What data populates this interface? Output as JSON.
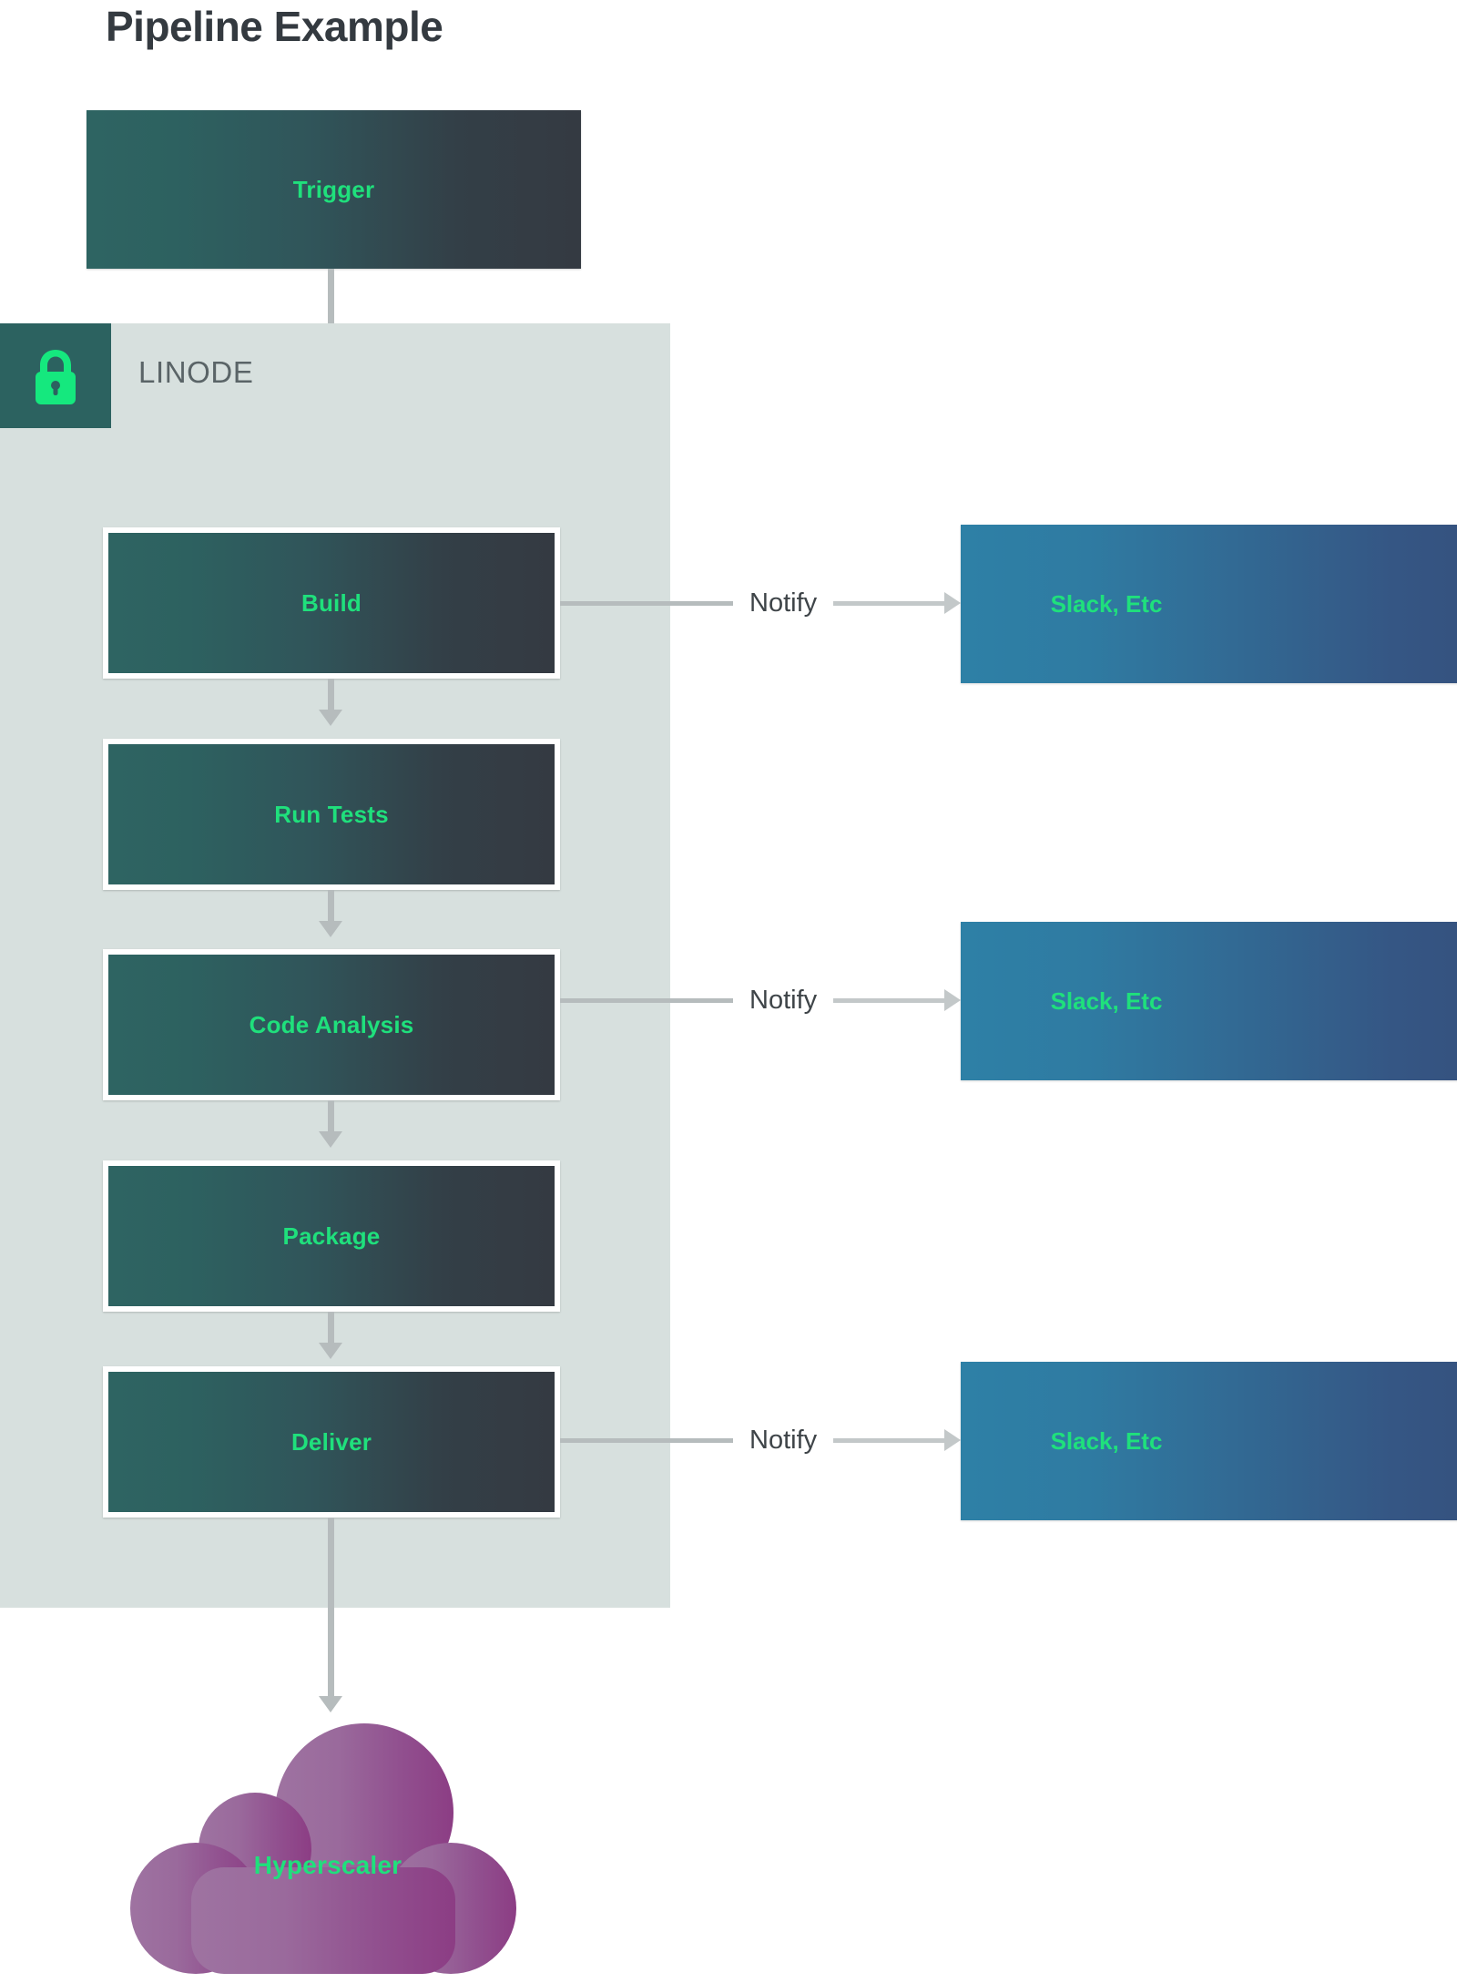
{
  "page": {
    "title": "Pipeline Example",
    "background_color": "#ffffff"
  },
  "colors": {
    "accent_green": "#1fe07c",
    "stage_gradient_start": "#2e6462",
    "stage_gradient_end": "#343a42",
    "notify_gradient_start": "#2e80a6",
    "notify_gradient_end": "#35527f",
    "panel_background": "#d7e0de",
    "lock_square": "#2c6260",
    "arrow_gray": "#b6bcbd",
    "title_color": "#343a40",
    "linode_label_color": "#5a6467",
    "cloud_gradient_start": "#9c6f9f",
    "cloud_gradient_end": "#8e3f86"
  },
  "trigger": {
    "label": "Trigger"
  },
  "linode_panel": {
    "label": "LINODE",
    "lock_icon": "lock-icon"
  },
  "stages": [
    {
      "id": "build",
      "label": "Build"
    },
    {
      "id": "run-tests",
      "label": "Run Tests"
    },
    {
      "id": "code-analysis",
      "label": "Code Analysis"
    },
    {
      "id": "package",
      "label": "Package"
    },
    {
      "id": "deliver",
      "label": "Deliver"
    }
  ],
  "notifications": [
    {
      "id": "notify-build",
      "edge_label": "Notify",
      "target_label": "Slack, Etc"
    },
    {
      "id": "notify-code-analysis",
      "edge_label": "Notify",
      "target_label": "Slack, Etc"
    },
    {
      "id": "notify-deliver",
      "edge_label": "Notify",
      "target_label": "Slack, Etc"
    }
  ],
  "cloud": {
    "label": "Hyperscaler"
  }
}
